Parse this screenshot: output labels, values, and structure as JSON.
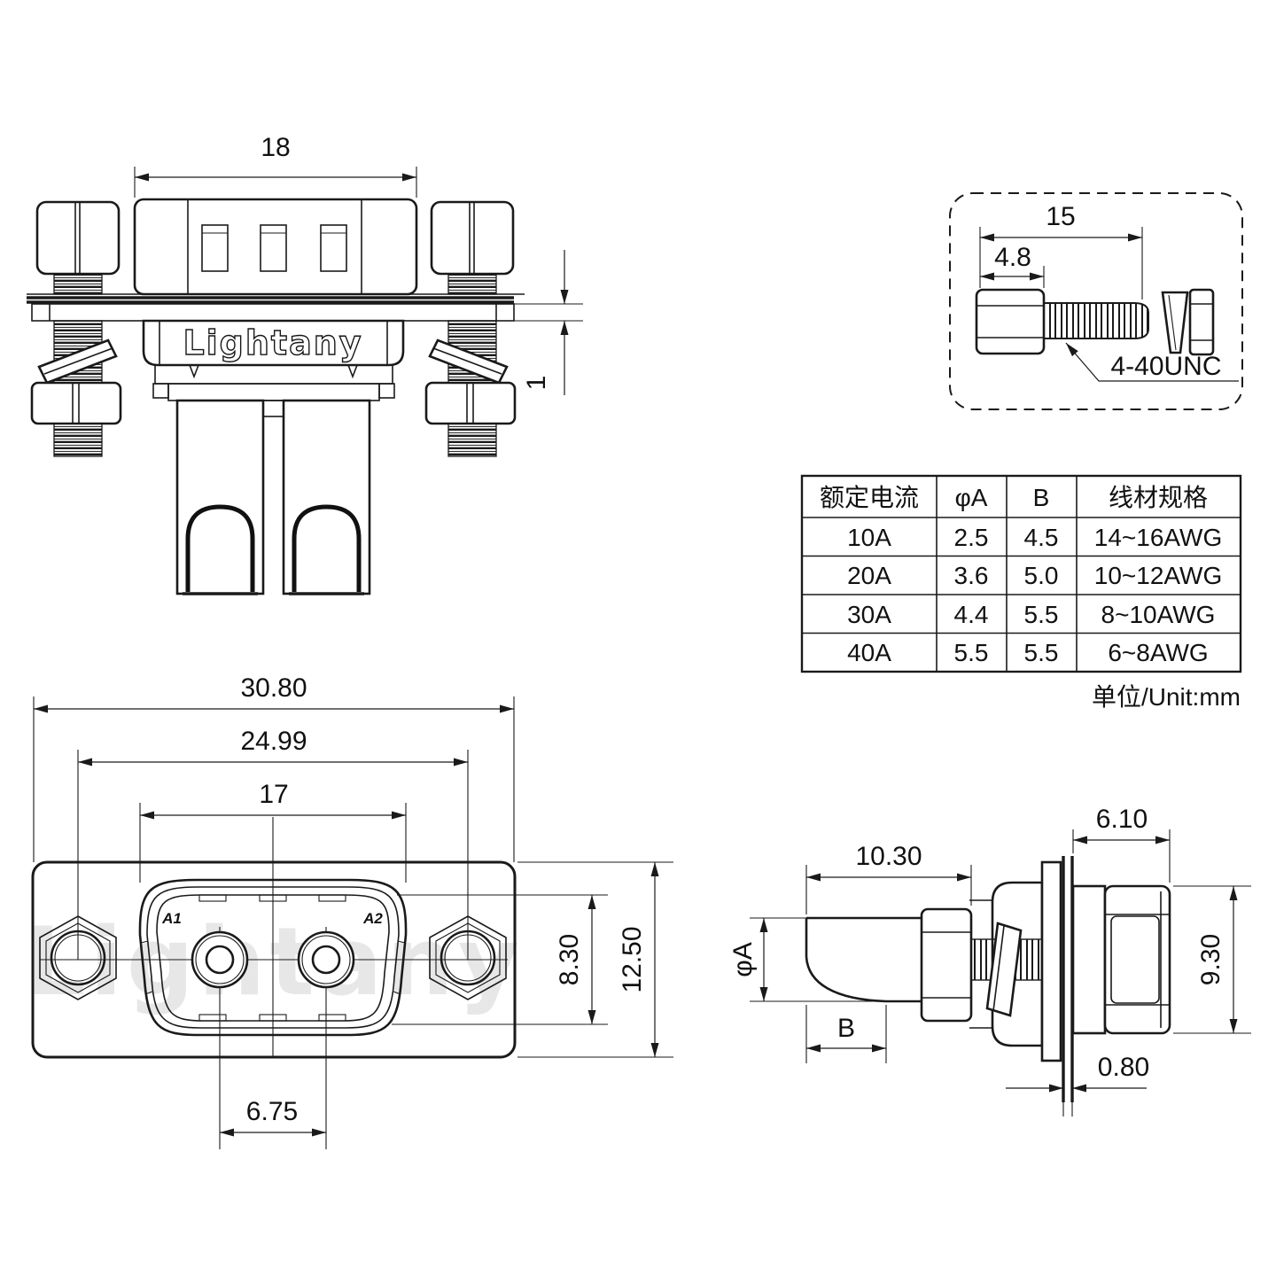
{
  "brand": "Lightany",
  "views": {
    "top_view": {
      "dim_hood_width": "18",
      "dim_gasket_thickness": "1",
      "logo": "Lightany"
    },
    "screw_detail": {
      "dim_total_length": "15",
      "dim_head_length": "4.8",
      "thread_label": "4-40UNC"
    },
    "front_view": {
      "dim_overall_width": "30.80",
      "dim_mount_spacing": "24.99",
      "dim_shell_width": "17",
      "dim_shell_height": "8.30",
      "dim_overall_height": "12.50",
      "dim_contact_spacing": "6.75",
      "label_a1": "A1",
      "label_a2": "A2",
      "watermark": "Lightany"
    },
    "side_view": {
      "dim_front_depth": "10.30",
      "dim_rear_depth": "6.10",
      "dim_head_diameter": "9.30",
      "dim_panel_thickness": "0.80",
      "label_diameter": "φA",
      "label_crimp_depth": "B"
    }
  },
  "spec_table": {
    "headers": [
      "额定电流",
      "φA",
      "B",
      "线材规格"
    ],
    "rows": [
      [
        "10A",
        "2.5",
        "4.5",
        "14~16AWG"
      ],
      [
        "20A",
        "3.6",
        "5.0",
        "10~12AWG"
      ],
      [
        "30A",
        "4.4",
        "5.5",
        "8~10AWG"
      ],
      [
        "40A",
        "5.5",
        "5.5",
        "6~8AWG"
      ]
    ],
    "unit_note": "单位/Unit:mm"
  },
  "colors": {
    "line": "#1a1a1a",
    "watermark": "#e7e7e7",
    "background": "#ffffff"
  }
}
